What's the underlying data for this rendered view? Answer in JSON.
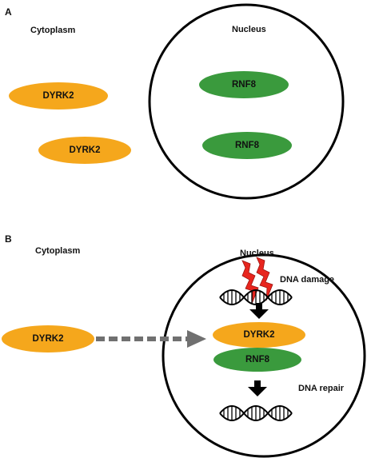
{
  "panel_a": {
    "label": "A",
    "cytoplasm_label": "Cytoplasm",
    "nucleus_label": "Nucleus",
    "dyrk2_labels": [
      "DYRK2",
      "DYRK2"
    ],
    "rnf8_labels": [
      "RNF8",
      "RNF8"
    ]
  },
  "panel_b": {
    "label": "B",
    "cytoplasm_label": "Cytoplasm",
    "nucleus_label": "Nucleus",
    "dna_damage_label": "DNA damage",
    "dyrk2_cytoplasm_label": "DYRK2",
    "dyrk2_nucleus_label": "DYRK2",
    "rnf8_label": "RNF8",
    "dna_repair_label": "DNA repair"
  },
  "colors": {
    "dyrk2": "#F5A71C",
    "rnf8": "#3A9A3D",
    "lightning": "#E8251E",
    "arrow_dashed": "#707070",
    "arrow_solid": "#000000",
    "outline": "#000000"
  },
  "icons": [
    "lightning-bolt-icon",
    "dna-helix-icon",
    "down-arrow-icon",
    "dashed-arrow-icon"
  ]
}
